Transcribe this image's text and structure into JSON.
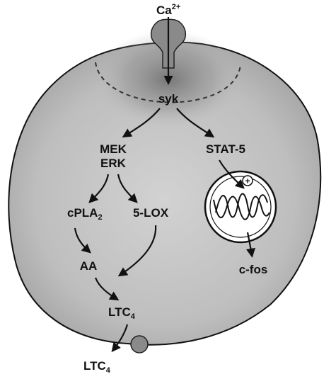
{
  "labels": {
    "ca": {
      "main": "Ca",
      "sup": "2+"
    },
    "syk": "syk",
    "mek": "MEK",
    "erk": "ERK",
    "stat5": "STAT-5",
    "cpla2": {
      "main": "cPLA",
      "sub": "2"
    },
    "lox5": "5-LOX",
    "aa": "AA",
    "cfos": "c-fos",
    "ltc4_inside": {
      "main": "LTC",
      "sub": "4"
    },
    "ltc4_outside": {
      "main": "LTC",
      "sub": "4"
    },
    "plus": "+"
  },
  "colors": {
    "cell_outer": "#8f8f8f",
    "cell_inner": "#c4c4c4",
    "membrane": "#111111",
    "nucleus_fill": "#ffffff",
    "transporter": "#8a8a8a",
    "channel": "#8a8a8a"
  }
}
